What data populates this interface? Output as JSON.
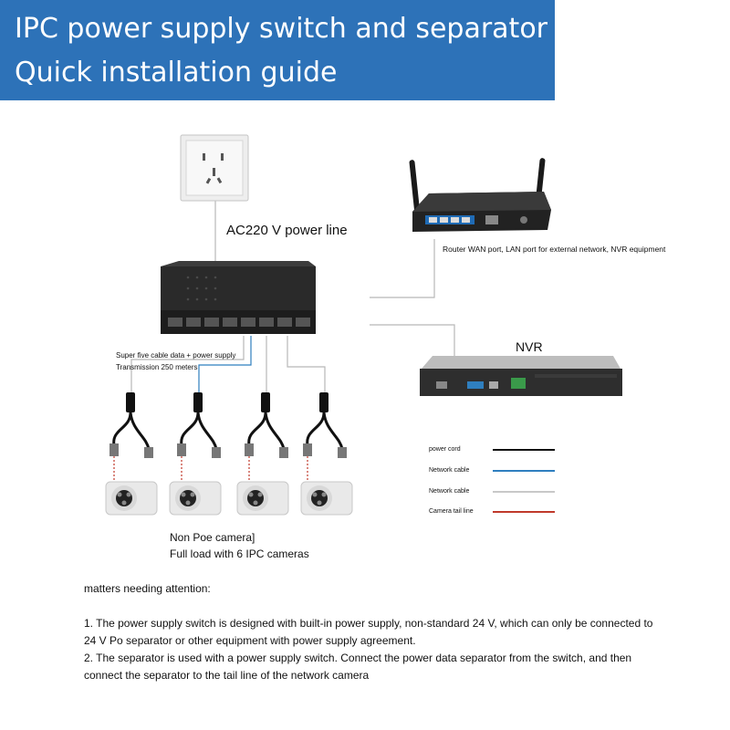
{
  "header": {
    "title_line_1": "IPC power supply switch and separator",
    "title_line_2": "Quick installation guide"
  },
  "diagram": {
    "ac_label": "AC220 V power line",
    "router_label": "Router WAN port, LAN port for external network, NVR equipment",
    "nvr_label": "NVR",
    "cable_label_1": "Super five cable data + power supply",
    "cable_label_2": "Transmission 250 meters",
    "camera_label_1": "Non Poe camera]",
    "camera_label_2": "Full load with 6 IPC cameras"
  },
  "legend": [
    {
      "label": "power cord",
      "color": "#111111"
    },
    {
      "label": "Network cable",
      "color": "#2f7fbf"
    },
    {
      "label": "Network cable",
      "color": "#c8c8c8"
    },
    {
      "label": "Camera tail line",
      "color": "#c0392b"
    }
  ],
  "notes": {
    "heading": "matters needing attention:",
    "item_1": "1. The power supply switch is designed with built-in power supply, non-standard 24 V, which can only be connected to 24 V Po separator or other equipment with power supply agreement.",
    "item_2": "2. The separator is used with a power supply switch. Connect the power data separator from the switch, and then connect the separator to the tail line of the network camera"
  },
  "colors": {
    "banner": "#2d72b8",
    "cable_blue": "#2f7fbf",
    "cable_grey": "#b8b8b8",
    "tail_red": "#c0392b"
  }
}
